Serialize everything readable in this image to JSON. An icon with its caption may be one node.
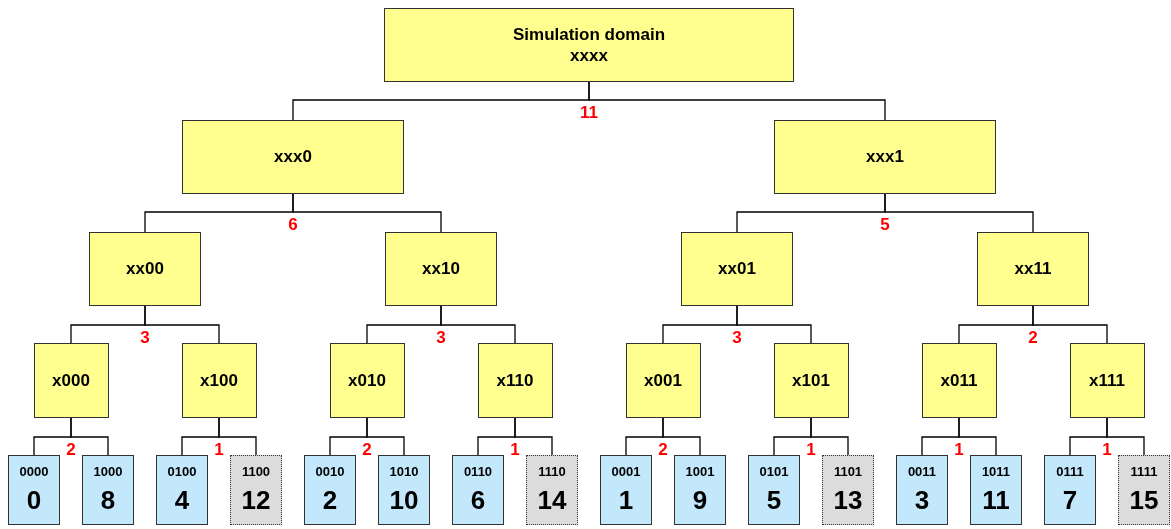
{
  "diagram": {
    "nodes": [
      {
        "text": [
          "Simulation domain",
          "xxxx"
        ]
      },
      {
        "text": [
          "xxx0"
        ]
      },
      {
        "text": [
          "xxx1"
        ]
      },
      {
        "text": [
          "xx00"
        ]
      },
      {
        "text": [
          "xx10"
        ]
      },
      {
        "text": [
          "xx01"
        ]
      },
      {
        "text": [
          "xx11"
        ]
      },
      {
        "text": [
          "x000"
        ]
      },
      {
        "text": [
          "x100"
        ]
      },
      {
        "text": [
          "x010"
        ]
      },
      {
        "text": [
          "x110"
        ]
      },
      {
        "text": [
          "x001"
        ]
      },
      {
        "text": [
          "x101"
        ]
      },
      {
        "text": [
          "x011"
        ]
      },
      {
        "text": [
          "x111"
        ]
      },
      {
        "text": [
          "0000",
          "0"
        ]
      },
      {
        "text": [
          "1000",
          "8"
        ]
      },
      {
        "text": [
          "0100",
          "4"
        ]
      },
      {
        "text": [
          "1100",
          "12"
        ]
      },
      {
        "text": [
          "0010",
          "2"
        ]
      },
      {
        "text": [
          "1010",
          "10"
        ]
      },
      {
        "text": [
          "0110",
          "6"
        ]
      },
      {
        "text": [
          "1110",
          "14"
        ]
      },
      {
        "text": [
          "0001",
          "1"
        ]
      },
      {
        "text": [
          "1001",
          "9"
        ]
      },
      {
        "text": [
          "0101",
          "5"
        ]
      },
      {
        "text": [
          "1101",
          "13"
        ]
      },
      {
        "text": [
          "0011",
          "3"
        ]
      },
      {
        "text": [
          "1011",
          "11"
        ]
      },
      {
        "text": [
          "0111",
          "7"
        ]
      },
      {
        "text": [
          "1111",
          "15"
        ]
      }
    ],
    "edges": [
      {
        "from": 0,
        "to": 1,
        "arrow": "none"
      },
      {
        "from": 0,
        "to": 2,
        "arrow": "none"
      },
      {
        "from": 1,
        "to": 3,
        "arrow": "none"
      },
      {
        "from": 1,
        "to": 4,
        "arrow": "none"
      },
      {
        "from": 2,
        "to": 5,
        "arrow": "none"
      },
      {
        "from": 2,
        "to": 6,
        "arrow": "none"
      },
      {
        "from": 3,
        "to": 7,
        "arrow": "none"
      },
      {
        "from": 3,
        "to": 8,
        "arrow": "none"
      },
      {
        "from": 4,
        "to": 9,
        "arrow": "none"
      },
      {
        "from": 4,
        "to": 10,
        "arrow": "none"
      },
      {
        "from": 5,
        "to": 11,
        "arrow": "none"
      },
      {
        "from": 5,
        "to": 12,
        "arrow": "none"
      },
      {
        "from": 6,
        "to": 13,
        "arrow": "none"
      },
      {
        "from": 6,
        "to": 14,
        "arrow": "none"
      },
      {
        "from": 7,
        "to": 15,
        "arrow": "none"
      },
      {
        "from": 7,
        "to": 16,
        "arrow": "none"
      },
      {
        "from": 8,
        "to": 17,
        "arrow": "none"
      },
      {
        "from": 8,
        "to": 18,
        "arrow": "none"
      },
      {
        "from": 9,
        "to": 19,
        "arrow": "none"
      },
      {
        "from": 9,
        "to": 20,
        "arrow": "none"
      },
      {
        "from": 10,
        "to": 21,
        "arrow": "none"
      },
      {
        "from": 10,
        "to": 22,
        "arrow": "none"
      },
      {
        "from": 11,
        "to": 23,
        "arrow": "none"
      },
      {
        "from": 11,
        "to": 24,
        "arrow": "none"
      },
      {
        "from": 12,
        "to": 25,
        "arrow": "none"
      },
      {
        "from": 12,
        "to": 26,
        "arrow": "none"
      },
      {
        "from": 13,
        "to": 27,
        "arrow": "none"
      },
      {
        "from": 13,
        "to": 28,
        "arrow": "none"
      },
      {
        "from": 14,
        "to": 29,
        "arrow": "none"
      },
      {
        "from": 14,
        "to": 30,
        "arrow": "none"
      }
    ],
    "labels": [
      "11",
      "6",
      "5",
      "3",
      "3",
      "3",
      "2",
      "2",
      "1",
      "2",
      "1",
      "2",
      "1",
      "1",
      "1"
    ]
  }
}
